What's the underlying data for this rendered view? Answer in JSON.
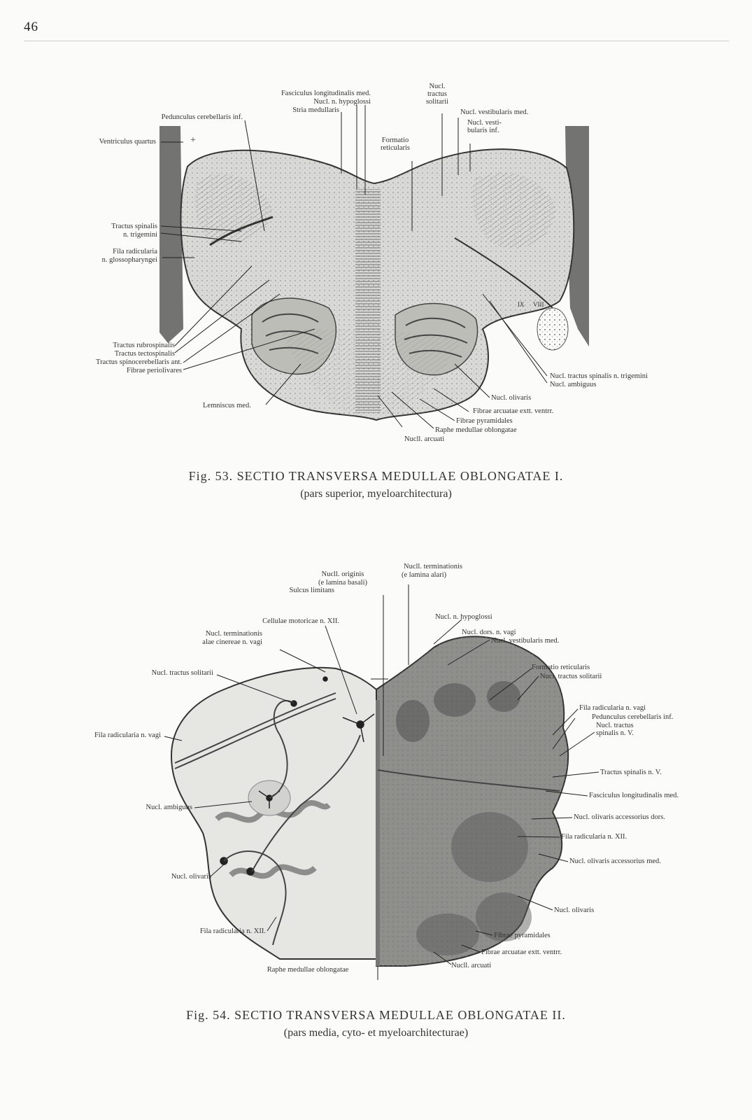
{
  "page": {
    "number": "46"
  },
  "fig53": {
    "caption": "Fig. 53. SECTIO TRANSVERSA MEDULLAE OBLONGATAE I.",
    "subcaption": "(pars superior, myeloarchitectura)",
    "labels": {
      "fasc_long_med": "Fasciculus longitudinalis med.",
      "nucl_hypoglossi": "Nucl. n. hypoglossi",
      "stria_medullaris": "Stria medullaris",
      "nucl": "Nucl.",
      "tractus": "tractus",
      "solitarii": "solitarii",
      "nucl_vest_med": "Nucl. vestibularis med.",
      "nucl_vesti": "Nucl. vesti-",
      "bularis_inf": "bularis inf.",
      "formatio": "Formatio",
      "reticularis": "reticularis",
      "pedunculus": "Pedunculus cerebellaris inf.",
      "ventriculus": "Ventriculus quartus",
      "plus": "+",
      "tractus_spinalis": "Tractus spinalis",
      "n_trigemini": "n. trigemini",
      "fila_radicularia": "Fila radicularia",
      "n_glossopharyngei": "n. glossopharyngei",
      "tr_rubrospinalis": "Tractus rubrospinalis",
      "tr_tectospinalis": "Tractus tectospinalis",
      "tr_spinocerebellaris": "Tractus spinocerebellaris ant.",
      "fibrae_periolivares": "Fibrae periolivares",
      "lemniscus_med": "Lemniscus med.",
      "nucl_tr_spinalis": "Nucl. tractus spinalis n. trigemini",
      "nucl_ambiguus": "Nucl. ambiguus",
      "nucl_olivaris": "Nucl. olivaris",
      "fibrae_arcuatae": "Fibrae arcuatae extt. ventrr.",
      "fibrae_pyramidales": "Fibrae pyramidales",
      "raphe": "Raphe medullae oblongatae",
      "nucll_arcuati": "Nucll. arcuati",
      "ix": "IX",
      "viii": "VIII"
    }
  },
  "fig54": {
    "caption": "Fig. 54. SECTIO TRANSVERSA MEDULLAE OBLONGATAE II.",
    "subcaption": "(pars media, cyto- et myeloarchitecturae)",
    "labels": {
      "nucll_originis": "Nucll. originis",
      "e_lamina_basali": "(e lamina basali)",
      "sulcus_limitans": "Sulcus limitans",
      "nucll_terminationis": "Nucll. terminationis",
      "e_lamina_alari": "(e lamina alari)",
      "cellulae_motoricae": "Cellulae motoricae n. XII.",
      "nucl_term": "Nucl. terminationis",
      "alae_cinereae": "alae cinereae n. vagi",
      "nucl_tr_solitarii_l": "Nucl. tractus solitarii",
      "fila_rad_vagi_l": "Fila radicularia n. vagi",
      "nucl_ambiguus": "Nucl. ambiguus",
      "nucl_olivaris_l": "Nucl. olivaris",
      "fila_rad_xii_l": "Fila radicularia n. XII.",
      "raphe": "Raphe medullae oblongatae",
      "nucl_hypoglossi": "Nucl. n. hypoglossi",
      "nucl_dors_vagi": "Nucl. dors. n. vagi",
      "nucl_vest_med": "Nucl. vestibularis med.",
      "formatio": "Formatio reticularis",
      "nucl_tr_solitarii_r": "Nucl. tractus solitarii",
      "fila_rad_vagi_r": "Fila radicularia n. vagi",
      "pedunculus": "Pedunculus cerebellaris inf.",
      "nucl_tractus": "Nucl. tractus",
      "spinalis_v": "spinalis n. V.",
      "tractus_spinalis_v": "Tractus spinalis n. V.",
      "fasc_long_med": "Fasciculus longitudinalis med.",
      "nucl_ol_acc_dors": "Nucl. olivaris accessorius dors.",
      "fila_rad_xii_r": "Fila radicularia n. XII.",
      "nucl_ol_acc_med": "Nucl. olivaris accessorius med.",
      "nucl_olivaris_r": "Nucl. olivaris",
      "fibrae_pyramidales": "Fibrae pyramidales",
      "fibrae_arcuatae": "Fibrae arcuatae extt. ventrr.",
      "nucll_arcuati": "Nucll. arcuati"
    }
  }
}
